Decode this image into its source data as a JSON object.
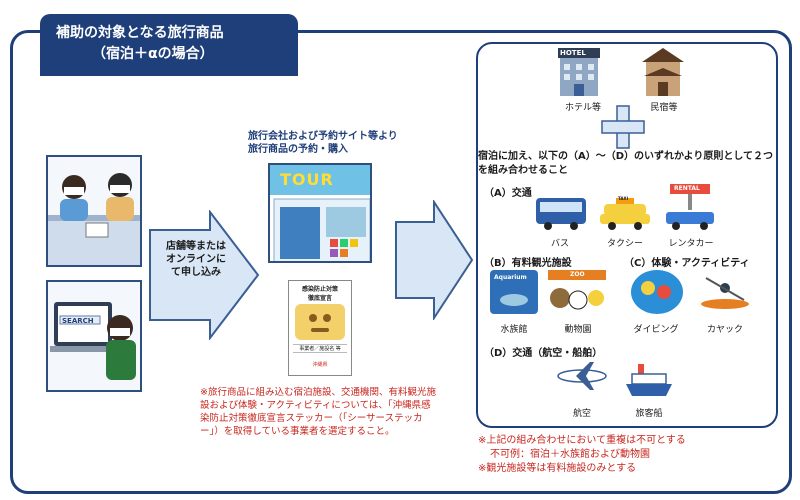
{
  "title": {
    "line1": "補助の対象となる旅行商品",
    "line2": "（宿泊＋αの場合）"
  },
  "flow": {
    "apply_text": "店舗等または\nオンラインに\nて申し込み",
    "booking_title": "旅行会社および予約サイト等より\n旅行商品の予約・購入",
    "tour_sign": "TOUR",
    "search_text": "SEARCH"
  },
  "sticker": {
    "title": "感染防止対策\n徹底宣言",
    "name_field": "事業者／施設名 等",
    "footer": "沖縄県"
  },
  "sticker_note": "※旅行商品に組み込む宿泊施設、交通機関、有料観光施設および体験・アクティビティについては、「沖縄県感染防止対策徹底宣言ステッカー（「シーサーステッカー」）を取得している事業者を選定すること。",
  "lodging": {
    "hotel_sign": "HOTEL",
    "hotel_label": "ホテル等",
    "minshuku_label": "民宿等"
  },
  "combine_text": "宿泊に加え、以下の（A）〜（D）のいずれかより原則として２つを組み合わせること",
  "categories": {
    "a": {
      "title": "（A）交通",
      "items": [
        "バス",
        "タクシー",
        "レンタカー"
      ],
      "taxi_sign": "TAXI",
      "rental_sign": "RENTAL"
    },
    "b": {
      "title": "（B）有料観光施設",
      "items": [
        "水族館",
        "動物園"
      ],
      "aquarium_sign": "Aquarium",
      "zoo_sign": "ZOO"
    },
    "c": {
      "title": "（C）体験・アクティビティ",
      "items": [
        "ダイビング",
        "カヤック"
      ]
    },
    "d": {
      "title": "（D）交通（航空・船舶）",
      "items": [
        "航空",
        "旅客船"
      ]
    }
  },
  "bottom_note": {
    "line1": "※上記の組み合わせにおいて重複は不可とする",
    "line2": "不可例：宿泊＋水族館および動物園",
    "line3": "※観光施設等は有料施設のみとする"
  },
  "colors": {
    "navy": "#1f3f7a",
    "arrow_fill": "#d9e6f5",
    "arrow_stroke": "#3a5f95",
    "note_red": "#c8261e"
  }
}
